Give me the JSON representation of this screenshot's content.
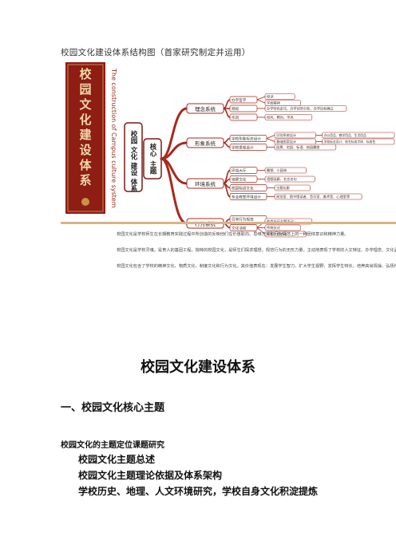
{
  "caption": "校园文化建设体系结构图（首家研究制定并运用）",
  "banner": {
    "vertical_title": [
      "校",
      "园",
      "文",
      "化",
      "建",
      "设",
      "体",
      "系"
    ],
    "english_vertical": "The construction of Campus culture system"
  },
  "mindmap": {
    "root": [
      "校园",
      "文化",
      "建设",
      "体系"
    ],
    "core": [
      "核心",
      "主题"
    ],
    "branches": [
      {
        "label": "理念系统",
        "children": [
          {
            "label": "办学哲学",
            "sub": [
              "校训",
              "学校精神"
            ]
          },
          {
            "label": "目标",
            "sub": [
              "办学特色定位、办学优势分析、办学目标确立"
            ]
          },
          {
            "label": "作风",
            "sub": [
              "校风、教风、学风"
            ]
          }
        ]
      },
      {
        "label": "形象系统",
        "children": [
          {
            "label": "学校形象标志设计",
            "sub": [
              "识别系统设计",
              "基础图案设计"
            ],
            "subsub": [
              "办公用品、教学用品、生活用品",
              "学校标志设计、校名标准字体、标准色"
            ]
          },
          {
            "label": "学校景观设计",
            "sub": [
              "园景、宅园、标语、校园雕塑"
            ]
          }
        ]
      },
      {
        "label": "环境系统",
        "children": [
          {
            "label": "环境大厅",
            "sub": [
              "雕塑、小园林"
            ]
          },
          {
            "label": "墙壁文化",
            "sub": [
              "墙壁画廊、名言名句"
            ]
          },
          {
            "label": "校园标语文化",
            "sub": [
              "主题长廊"
            ]
          },
          {
            "label": "专业教室环境设计",
            "sub": [
              "阅览室、图书馆读者、音乐室、美术室、心理室等"
            ]
          }
        ]
      },
      {
        "label": "行为系统",
        "children": [
          {
            "label": "日常行为规范"
          },
          {
            "label": "文化活动",
            "sub": [
              "各类节日主题活动",
              "传统仪式",
              "师生主题活动"
            ]
          }
        ]
      }
    ]
  },
  "description": [
    "校园文化是学校师生在长期教育实践过程中所创造的反映他们在价值取向、思维方式和行为规范上的一种团体意识和精神力量。",
    "校园文化是学校灵魂。是育人的基因工程，独特的校园文化，是师生们探求理想，规范行为的无形力量，主动地表现了学校的人文特征、办学理念、文化品质和审美取向。",
    "校园文化包含了学校的精神文化、物质文化、制度文化和行为文化。其价值表现在：发展学生智力、扩大学生视野、发挥学生特长、培养高尚情操、弘扬传统文化、培养人文精神，加强艺术修养，提高创新能力……"
  ],
  "document": {
    "title": "校园文化建设体系",
    "section_heading": "一、校园文化核心主题",
    "topic": "校园文化的主题定位课题研究",
    "items": [
      "校园文化主题总述",
      "校园文化主题理论依据及体系架构",
      "学校历史、地理、人文环境研究，学校自身文化积淀提炼"
    ]
  }
}
